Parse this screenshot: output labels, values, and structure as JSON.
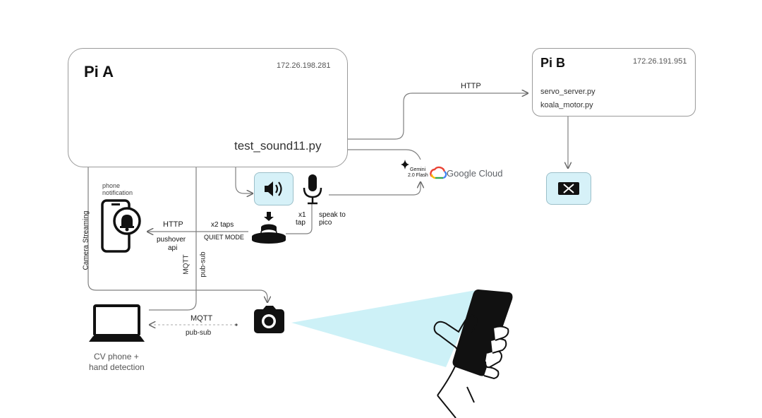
{
  "pi_a": {
    "title": "Pi A",
    "ip": "172.26.198.281",
    "script": "test_sound11.py"
  },
  "pi_b": {
    "title": "Pi B",
    "ip": "172.26.191.951",
    "files": [
      "servo_server.py",
      "koala_motor.py"
    ]
  },
  "links": {
    "http_top": "HTTP",
    "gemini_line1": "Gemini",
    "gemini_line2": "2.0 Flash",
    "google_cloud": "Google Cloud",
    "phone_notification_1": "phone",
    "phone_notification_2": "notification",
    "http_left": "HTTP",
    "pushover_1": "pushover",
    "pushover_2": "api",
    "x2_taps": "x2 taps",
    "quiet_mode": "QUIET MODE",
    "x1": "x1",
    "tap": "tap",
    "speak_1": "speak to",
    "speak_2": "pico",
    "camera_streaming": "Camera Streaming",
    "mqtt_vertical": "MQTT",
    "pubsub_vertical": "pub-sub",
    "mqtt_bottom": "MQTT",
    "pubsub_bottom": "pub-sub",
    "cv_1": "CV phone +",
    "cv_2": "hand detection"
  },
  "colors": {
    "border": "#9a9a9a",
    "line": "#808080",
    "icon_bg": "#d6f1f8",
    "beam": "#cdf1f7",
    "board": "#2e7d5b"
  },
  "icons": [
    "raspberry-pi-board",
    "speaker-icon",
    "microphone-icon",
    "button-icon",
    "phone-bell-icon",
    "laptop-icon",
    "camera-icon",
    "koala-motor-icon",
    "gemini-star-icon",
    "google-cloud-icon",
    "hand-phone-illustration"
  ]
}
